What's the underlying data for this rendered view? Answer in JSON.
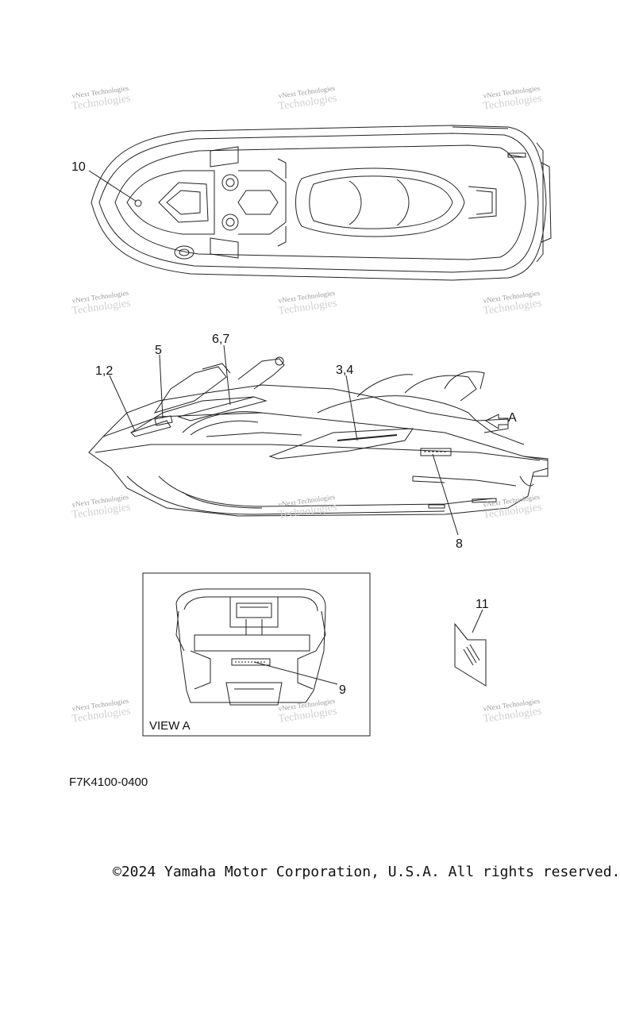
{
  "watermark": {
    "line1": "vNext Technologies",
    "line2": "Technologies"
  },
  "callouts": {
    "c10": "10",
    "c12": "1,2",
    "c5": "5",
    "c67": "6,7",
    "c34": "3,4",
    "cA": "A",
    "c8": "8",
    "c9": "9",
    "c11": "11"
  },
  "view_label": "VIEW A",
  "part_code": "F7K4100-0400",
  "copyright": "©2024 Yamaha Motor Corporation, U.S.A. All rights reserved."
}
